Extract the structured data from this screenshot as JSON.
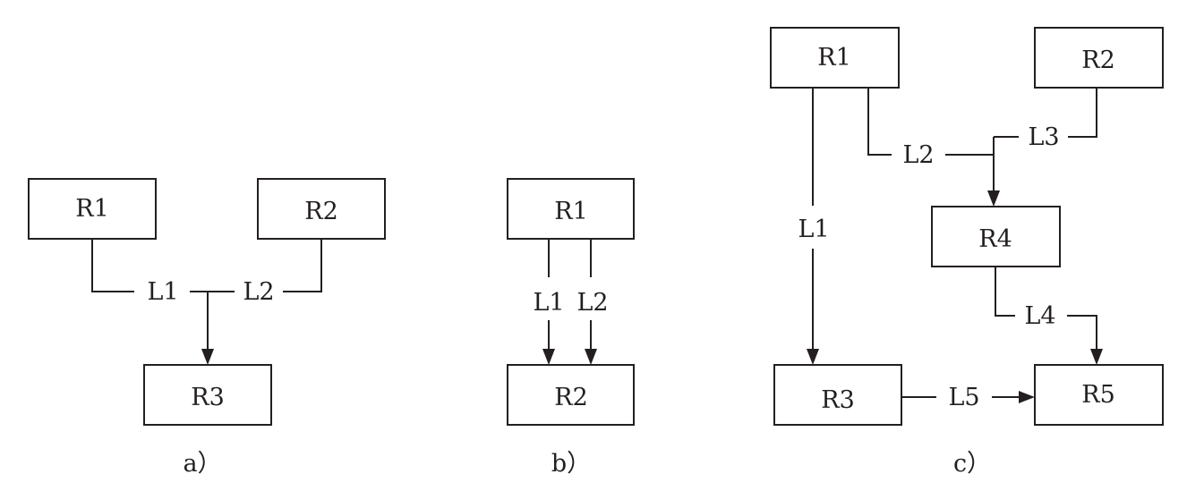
{
  "diagram_a": {
    "boxes": {
      "r1": "R1",
      "r2": "R2",
      "r3": "R3"
    },
    "links": {
      "l1": "L1",
      "l2": "L2"
    },
    "caption": "a）"
  },
  "diagram_b": {
    "boxes": {
      "r1": "R1",
      "r2": "R2"
    },
    "links": {
      "l1": "L1",
      "l2": "L2"
    },
    "caption": "b）"
  },
  "diagram_c": {
    "boxes": {
      "r1": "R1",
      "r2": "R2",
      "r3": "R3",
      "r4": "R4",
      "r5": "R5"
    },
    "links": {
      "l1": "L1",
      "l2": "L2",
      "l3": "L3",
      "l4": "L4",
      "l5": "L5"
    },
    "caption": "c）"
  },
  "colors": {
    "ink": "#231f20",
    "background": "#ffffff"
  }
}
